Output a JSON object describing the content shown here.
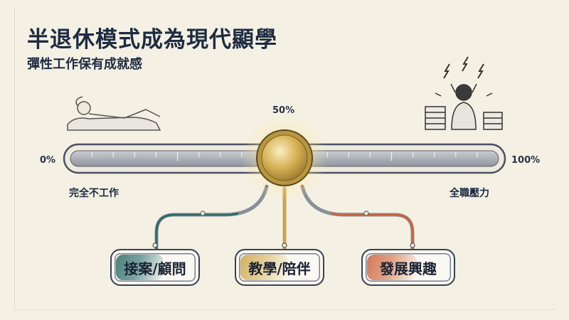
{
  "title": "半退休模式成為現代顯學",
  "subtitle": "彈性工作保有成就感",
  "slider": {
    "value_percent": 50,
    "value_label": "50%",
    "min_label": "0%",
    "max_label": "100%",
    "left_caption": "完全不工作",
    "right_caption": "全職壓力"
  },
  "options": [
    {
      "label": "接案/顧問",
      "color": "#2e6a68"
    },
    {
      "label": "教學/陪伴",
      "color": "#c9a44e"
    },
    {
      "label": "發展興趣",
      "color": "#c8643e"
    }
  ],
  "icons": {
    "left": "relaxing-person-icon",
    "right": "stressed-worker-icon"
  },
  "colors": {
    "knob": "#d9b458",
    "text": "#1e2b40",
    "background": "#f4f0e4"
  }
}
